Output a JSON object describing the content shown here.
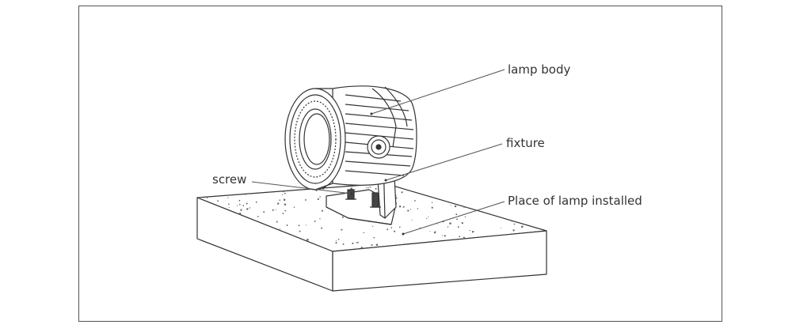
{
  "labels": {
    "lamp_body": "lamp body",
    "fixture": "fixture",
    "screw": "screw",
    "place": "Place of lamp installed"
  },
  "colors": {
    "line": "#333333",
    "frame": "#555555",
    "background": "#ffffff"
  },
  "icons": {
    "lamp": "spotlight-lamp-icon",
    "base": "concrete-base-icon"
  }
}
